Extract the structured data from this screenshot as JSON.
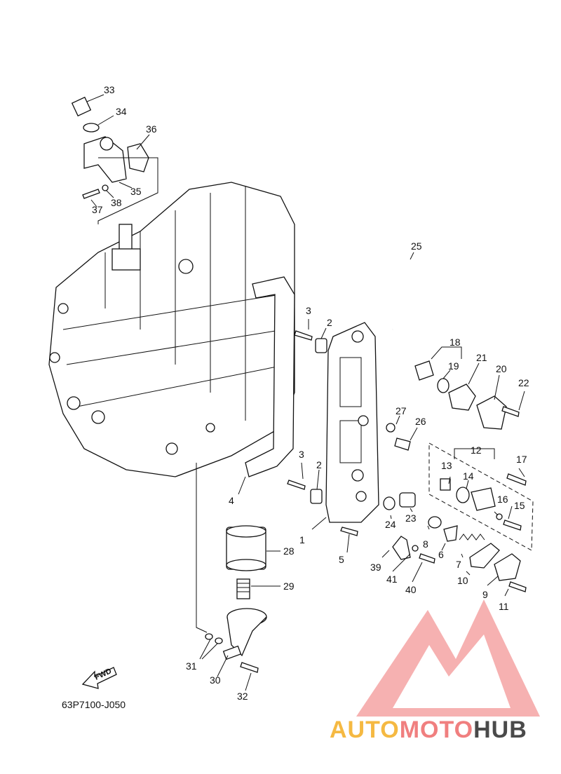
{
  "callouts": [
    {
      "n": "1"
    },
    {
      "n": "2"
    },
    {
      "n": "2"
    },
    {
      "n": "3"
    },
    {
      "n": "3"
    },
    {
      "n": "4"
    },
    {
      "n": "5"
    },
    {
      "n": "6"
    },
    {
      "n": "7"
    },
    {
      "n": "8"
    },
    {
      "n": "9"
    },
    {
      "n": "10"
    },
    {
      "n": "11"
    },
    {
      "n": "12"
    },
    {
      "n": "13"
    },
    {
      "n": "14"
    },
    {
      "n": "15"
    },
    {
      "n": "16"
    },
    {
      "n": "17"
    },
    {
      "n": "18"
    },
    {
      "n": "19"
    },
    {
      "n": "20"
    },
    {
      "n": "21"
    },
    {
      "n": "22"
    },
    {
      "n": "23"
    },
    {
      "n": "24"
    },
    {
      "n": "25"
    },
    {
      "n": "26"
    },
    {
      "n": "27"
    },
    {
      "n": "28"
    },
    {
      "n": "29"
    },
    {
      "n": "30"
    },
    {
      "n": "31"
    },
    {
      "n": "32"
    },
    {
      "n": "33"
    },
    {
      "n": "34"
    },
    {
      "n": "35"
    },
    {
      "n": "36"
    },
    {
      "n": "37"
    },
    {
      "n": "38"
    },
    {
      "n": "39"
    },
    {
      "n": "40"
    },
    {
      "n": "41"
    }
  ],
  "fwd_label": "FWD",
  "diagram_ref": "63P7100-J050",
  "watermark": {
    "part1": "AUTO",
    "part2": "MOTO",
    "part3": "HUB",
    "color1": "#f5b942",
    "color2": "#f07f7f",
    "color3": "#4a4a4a",
    "logo_color": "#f4a3a3"
  }
}
